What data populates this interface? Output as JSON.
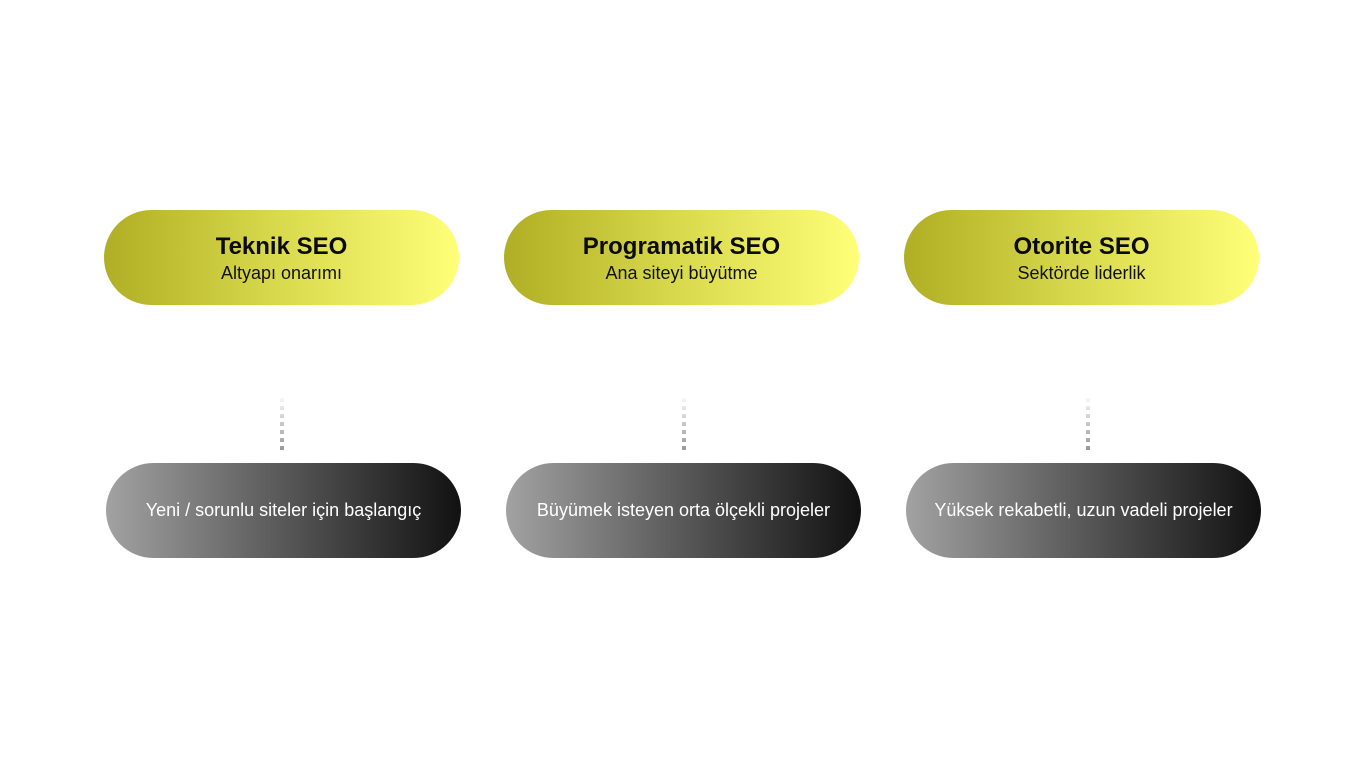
{
  "columns": [
    {
      "title": "Teknik SEO",
      "subtitle": "Altyapı onarımı",
      "description": "Yeni / sorunlu siteler için başlangıç"
    },
    {
      "title": "Programatik SEO",
      "subtitle": "Ana siteyi büyütme",
      "description": "Büyümek isteyen orta ölçekli projeler"
    },
    {
      "title": "Otorite SEO",
      "subtitle": "Sektörde liderlik",
      "description": "Yüksek rekabetli, uzun vadeli projeler"
    }
  ],
  "colors": {
    "top_gradient_start": "#b0ae24",
    "top_gradient_end": "#ffff78",
    "bottom_gradient_start": "#a2a2a2",
    "bottom_gradient_end": "#111111",
    "connector": "#999999"
  }
}
